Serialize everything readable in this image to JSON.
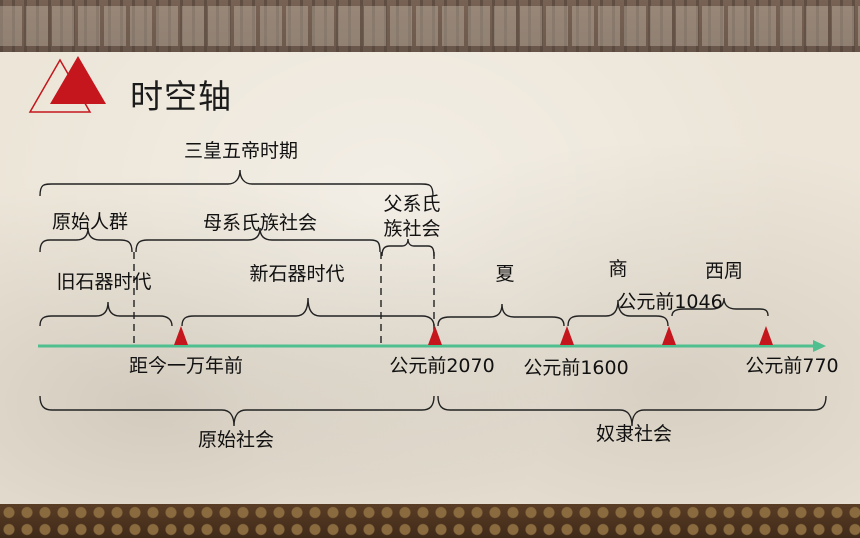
{
  "header": {
    "title": "时空轴"
  },
  "brackets_top": {
    "sanhuang": "三皇五帝时期",
    "yuanshi_renqun": "原始人群",
    "muxi": "母系氏族社会",
    "fuxi_line1": "父系氏",
    "fuxi_line2": "族社会",
    "jiushiqi": "旧石器时代",
    "xinshiqi": "新石器时代",
    "xia": "夏",
    "shang": "商",
    "xizhou": "西周"
  },
  "timeline": {
    "marker_1": "距今一万年前",
    "marker_2": "公元前2070",
    "marker_3": "公元前1600",
    "marker_4": "公元前1046",
    "marker_5": "公元前770"
  },
  "brackets_bottom": {
    "yuanshi_shehui": "原始社会",
    "nuli_shehui": "奴隶社会"
  },
  "colors": {
    "accent": "#c4161c",
    "axis": "#4fbf8f"
  }
}
